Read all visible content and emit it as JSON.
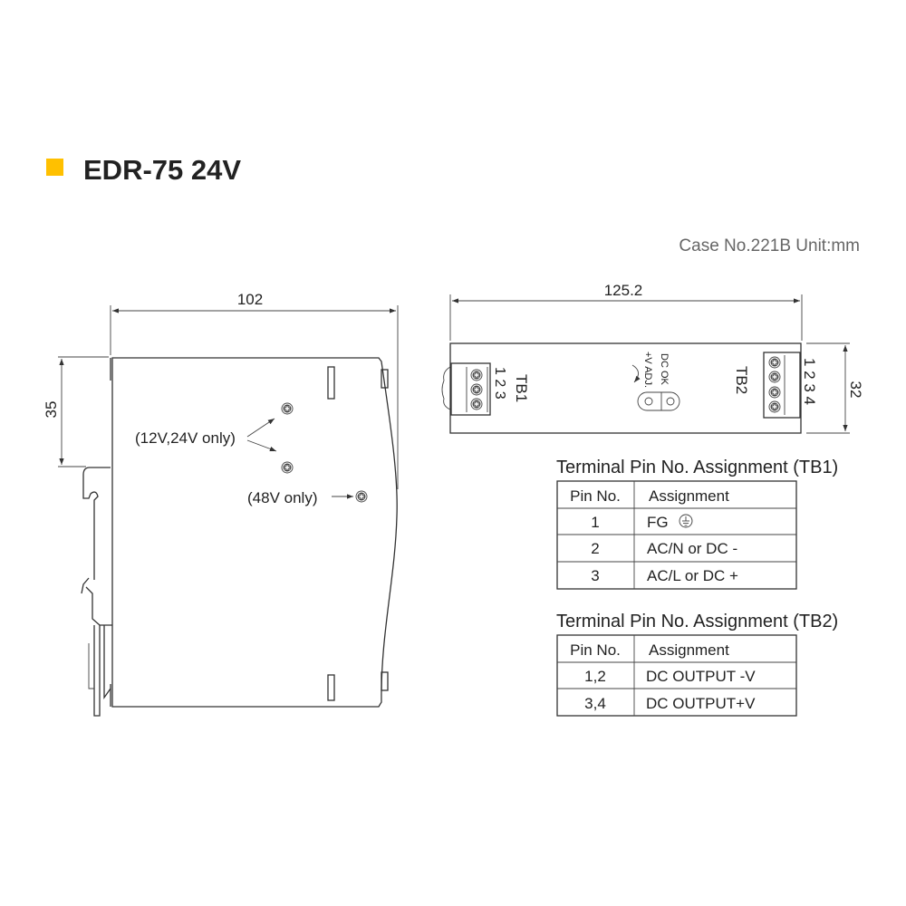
{
  "title": {
    "text": "EDR-75 24V",
    "accent_color": "#FFC000"
  },
  "case_info": "Case No.221B Unit:mm",
  "side_view": {
    "width_dim": "102",
    "height_dim": "35",
    "label_12_24": "(12V,24V only)",
    "label_48": "(48V only)"
  },
  "top_view": {
    "width_dim": "125.2",
    "height_dim": "32",
    "tb1_label": "TB1",
    "tb1_pins": "1 2 3",
    "tb2_label": "TB2",
    "tb2_pins": "1 2 3 4",
    "dc_ok": "DC OK",
    "v_adj": "+V ADJ."
  },
  "tb1_table": {
    "title": "Terminal Pin No.  Assignment (TB1)",
    "headers": [
      "Pin No.",
      "Assignment"
    ],
    "rows": [
      [
        "1",
        "FG"
      ],
      [
        "2",
        "AC/N or DC -"
      ],
      [
        "3",
        "AC/L or DC +"
      ]
    ]
  },
  "tb2_table": {
    "title": "Terminal Pin No.  Assignment (TB2)",
    "headers": [
      "Pin No.",
      "Assignment"
    ],
    "rows": [
      [
        "1,2",
        "DC OUTPUT -V"
      ],
      [
        "3,4",
        "DC OUTPUT+V"
      ]
    ]
  }
}
